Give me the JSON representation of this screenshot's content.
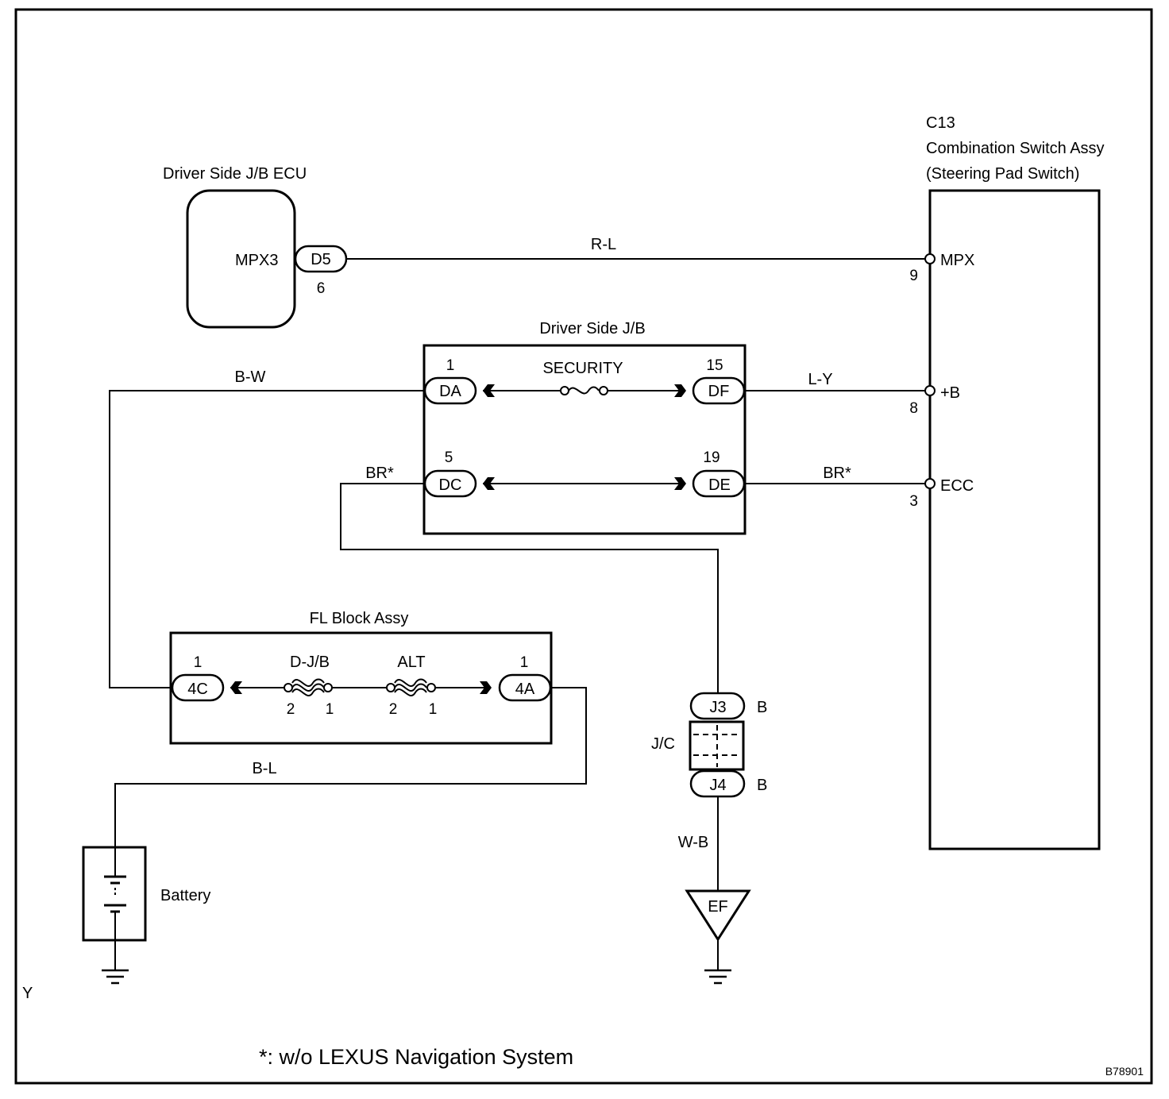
{
  "components": {
    "ecu": {
      "title": "Driver Side J/B ECU",
      "terminal": "MPX3",
      "connector": "D5",
      "pin": "6"
    },
    "switch": {
      "code": "C13",
      "name": "Combination Switch Assy",
      "sub": "(Steering Pad Switch)",
      "terminals": [
        {
          "name": "MPX",
          "pin": "9"
        },
        {
          "name": "+B",
          "pin": "8"
        },
        {
          "name": "ECC",
          "pin": "3"
        }
      ]
    },
    "jb": {
      "title": "Driver Side J/B",
      "fuse": "SECURITY",
      "connectors": {
        "da": "DA",
        "da_pin": "1",
        "df": "DF",
        "df_pin": "15",
        "dc": "DC",
        "dc_pin": "5",
        "de": "DE",
        "de_pin": "19"
      }
    },
    "fl": {
      "title": "FL Block Assy",
      "connectors": {
        "c4c": "4C",
        "c4c_pin": "1",
        "c4a": "4A",
        "c4a_pin": "1"
      },
      "fuses": [
        {
          "name": "D-J/B",
          "pin_left": "2",
          "pin_right": "1"
        },
        {
          "name": "ALT",
          "pin_left": "2",
          "pin_right": "1"
        }
      ]
    },
    "jc": {
      "label": "J/C",
      "top": "J3",
      "top_color": "B",
      "bottom": "J4",
      "bottom_color": "B"
    },
    "ground": {
      "label": "EF"
    },
    "battery": {
      "label": "Battery"
    }
  },
  "wires": {
    "rl": "R-L",
    "bw": "B-W",
    "ly": "L-Y",
    "br_left": "BR*",
    "br_right": "BR*",
    "bl": "B-L",
    "wb": "W-B"
  },
  "marker": "Y",
  "footnote": "*: w/o LEXUS Navigation System",
  "code": "B78901"
}
